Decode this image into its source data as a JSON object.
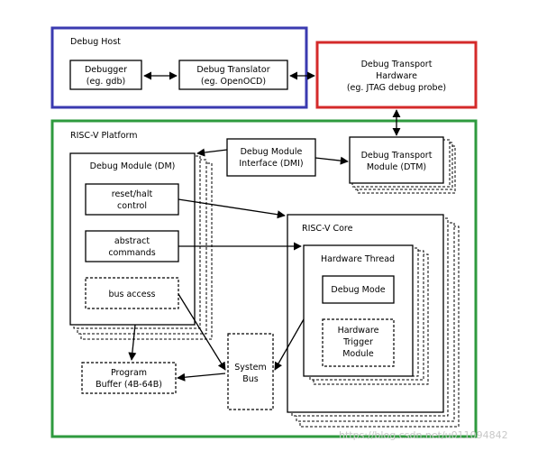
{
  "colors": {
    "debug_host_border": "#3a3ab0",
    "transport_hw_border": "#d42a2a",
    "platform_border": "#2e9a3e"
  },
  "debug_host": {
    "title": "Debug Host",
    "debugger": [
      "Debugger",
      "(eg. gdb)"
    ],
    "translator": [
      "Debug Translator",
      "(eg. OpenOCD)"
    ]
  },
  "transport_hardware": [
    "Debug Transport",
    "Hardware",
    "(eg. JTAG debug probe)"
  ],
  "platform": {
    "title": "RISC-V Platform",
    "dmi": [
      "Debug Module",
      "Interface (DMI)"
    ],
    "dtm": [
      "Debug Transport",
      "Module (DTM)"
    ],
    "debug_module": {
      "title": "Debug Module (DM)",
      "reset_halt": [
        "reset/halt",
        "control"
      ],
      "abstract": [
        "abstract",
        "commands"
      ],
      "bus_access": "bus access"
    },
    "program_buffer": [
      "Program",
      "Buffer (4B-64B)"
    ],
    "system_bus": [
      "System",
      "Bus"
    ],
    "core": {
      "title": "RISC-V Core",
      "hart_title": "Hardware Thread",
      "debug_mode": "Debug Mode",
      "trigger": [
        "Hardware",
        "Trigger",
        "Module"
      ]
    }
  },
  "watermark": "https://blog.csdn.net/u011094842"
}
